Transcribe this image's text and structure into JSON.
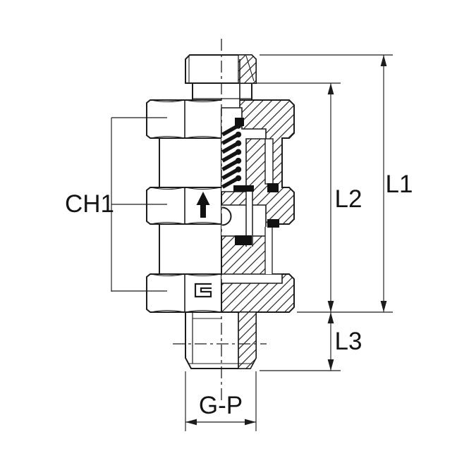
{
  "drawing": {
    "type": "technical-section-drawing",
    "subject": "check-valve fitting cross-section",
    "background": "#ffffff",
    "line_color": "#1c1c1c",
    "fill_color": "#000000",
    "labels": {
      "ch1": "CH1",
      "l1": "L1",
      "l2": "L2",
      "l3": "L3",
      "gp": "G-P"
    },
    "icons": {
      "flow_arrow": "up-arrow-icon",
      "maker_mark": "squared-spiral-mark-icon"
    }
  }
}
